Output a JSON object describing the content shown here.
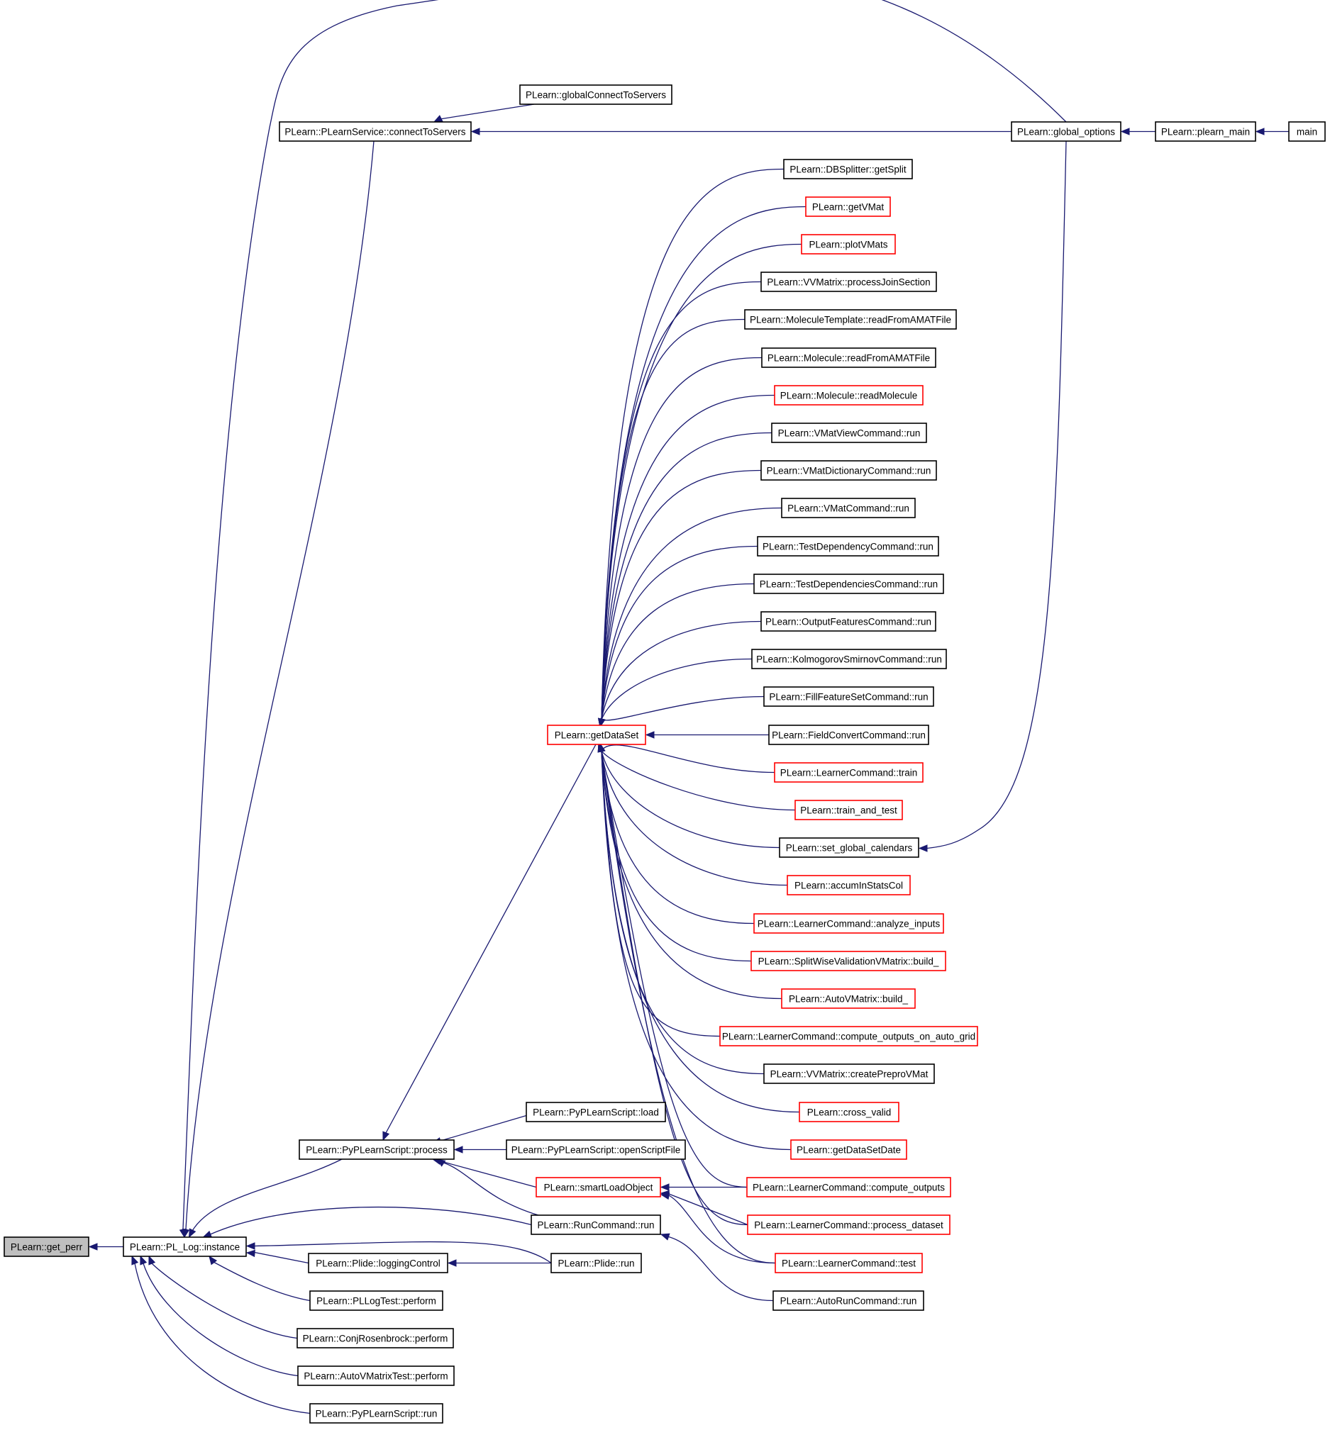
{
  "graph": {
    "colors": {
      "edge": "#191970",
      "node_border": "#000000",
      "node_border_incomplete": "#ff0000",
      "node_fill": "#ffffff",
      "focus_fill": "#bfbfbf"
    },
    "nodes": [
      {
        "id": "get_perr",
        "label": "PLearn::get_perr",
        "focus": true
      },
      {
        "id": "instance",
        "label": "PLearn::PL_Log::instance"
      },
      {
        "id": "connectToServers",
        "label": "PLearn::PLearnService::connectToServers"
      },
      {
        "id": "globalConnectToServers",
        "label": "PLearn::globalConnectToServers"
      },
      {
        "id": "global_options",
        "label": "PLearn::global_options"
      },
      {
        "id": "plearn_main",
        "label": "PLearn::plearn_main"
      },
      {
        "id": "main",
        "label": "main"
      },
      {
        "id": "DBSplitter_getSplit",
        "label": "PLearn::DBSplitter::getSplit"
      },
      {
        "id": "getVMat",
        "label": "PLearn::getVMat",
        "incomplete": true
      },
      {
        "id": "plotVMats",
        "label": "PLearn::plotVMats",
        "incomplete": true
      },
      {
        "id": "processJoinSection",
        "label": "PLearn::VVMatrix::processJoinSection"
      },
      {
        "id": "MoleculeTemplate_readFromAMATFile",
        "label": "PLearn::MoleculeTemplate::readFromAMATFile"
      },
      {
        "id": "Molecule_readFromAMATFile",
        "label": "PLearn::Molecule::readFromAMATFile"
      },
      {
        "id": "readMolecule",
        "label": "PLearn::Molecule::readMolecule",
        "incomplete": true
      },
      {
        "id": "VMatViewCommand_run",
        "label": "PLearn::VMatViewCommand::run"
      },
      {
        "id": "VMatDictionaryCommand_run",
        "label": "PLearn::VMatDictionaryCommand::run"
      },
      {
        "id": "VMatCommand_run",
        "label": "PLearn::VMatCommand::run"
      },
      {
        "id": "TestDependencyCommand_run",
        "label": "PLearn::TestDependencyCommand::run"
      },
      {
        "id": "TestDependenciesCommand_run",
        "label": "PLearn::TestDependenciesCommand::run"
      },
      {
        "id": "OutputFeaturesCommand_run",
        "label": "PLearn::OutputFeaturesCommand::run"
      },
      {
        "id": "KolmogorovSmirnovCommand_run",
        "label": "PLearn::KolmogorovSmirnovCommand::run"
      },
      {
        "id": "FillFeatureSetCommand_run",
        "label": "PLearn::FillFeatureSetCommand::run"
      },
      {
        "id": "FieldConvertCommand_run",
        "label": "PLearn::FieldConvertCommand::run"
      },
      {
        "id": "getDataSet",
        "label": "PLearn::getDataSet",
        "incomplete": true
      },
      {
        "id": "LearnerCommand_train",
        "label": "PLearn::LearnerCommand::train",
        "incomplete": true
      },
      {
        "id": "train_and_test",
        "label": "PLearn::train_and_test",
        "incomplete": true
      },
      {
        "id": "set_global_calendars",
        "label": "PLearn::set_global_calendars"
      },
      {
        "id": "accumInStatsCol",
        "label": "PLearn::accumInStatsCol",
        "incomplete": true
      },
      {
        "id": "analyze_inputs",
        "label": "PLearn::LearnerCommand::analyze_inputs",
        "incomplete": true
      },
      {
        "id": "SplitWise_build_",
        "label": "PLearn::SplitWiseValidationVMatrix::build_",
        "incomplete": true
      },
      {
        "id": "AutoVMatrix_build_",
        "label": "PLearn::AutoVMatrix::build_",
        "incomplete": true
      },
      {
        "id": "compute_outputs_on_auto_grid",
        "label": "PLearn::LearnerCommand::compute_outputs_on_auto_grid",
        "incomplete": true
      },
      {
        "id": "createPreproVMat",
        "label": "PLearn::VVMatrix::createPreproVMat"
      },
      {
        "id": "cross_valid",
        "label": "PLearn::cross_valid",
        "incomplete": true
      },
      {
        "id": "getDataSetDate",
        "label": "PLearn::getDataSetDate",
        "incomplete": true
      },
      {
        "id": "PyPLearnScript_load",
        "label": "PLearn::PyPLearnScript::load"
      },
      {
        "id": "PyPLearnScript_process",
        "label": "PLearn::PyPLearnScript::process"
      },
      {
        "id": "openScriptFile",
        "label": "PLearn::PyPLearnScript::openScriptFile"
      },
      {
        "id": "smartLoadObject",
        "label": "PLearn::smartLoadObject",
        "incomplete": true
      },
      {
        "id": "compute_outputs",
        "label": "PLearn::LearnerCommand::compute_outputs",
        "incomplete": true
      },
      {
        "id": "RunCommand_run",
        "label": "PLearn::RunCommand::run"
      },
      {
        "id": "process_dataset",
        "label": "PLearn::LearnerCommand::process_dataset",
        "incomplete": true
      },
      {
        "id": "loggingControl",
        "label": "PLearn::Plide::loggingControl"
      },
      {
        "id": "Plide_run",
        "label": "PLearn::Plide::run"
      },
      {
        "id": "LearnerCommand_test",
        "label": "PLearn::LearnerCommand::test",
        "incomplete": true
      },
      {
        "id": "PLLogTest_perform",
        "label": "PLearn::PLLogTest::perform"
      },
      {
        "id": "AutoRunCommand_run",
        "label": "PLearn::AutoRunCommand::run"
      },
      {
        "id": "ConjRosenbrock_perform",
        "label": "PLearn::ConjRosenbrock::perform"
      },
      {
        "id": "AutoVMatrixTest_perform",
        "label": "PLearn::AutoVMatrixTest::perform"
      },
      {
        "id": "PyPLearnScript_run",
        "label": "PLearn::PyPLearnScript::run"
      }
    ],
    "edges": [
      {
        "from": "instance",
        "to": "get_perr"
      },
      {
        "from": "connectToServers",
        "to": "instance"
      },
      {
        "from": "global_options",
        "to": "instance"
      },
      {
        "from": "PyPLearnScript_process",
        "to": "instance"
      },
      {
        "from": "RunCommand_run",
        "to": "instance"
      },
      {
        "from": "Plide_run",
        "to": "instance"
      },
      {
        "from": "loggingControl",
        "to": "instance"
      },
      {
        "from": "PLLogTest_perform",
        "to": "instance"
      },
      {
        "from": "ConjRosenbrock_perform",
        "to": "instance"
      },
      {
        "from": "AutoVMatrixTest_perform",
        "to": "instance"
      },
      {
        "from": "PyPLearnScript_run",
        "to": "instance"
      },
      {
        "from": "globalConnectToServers",
        "to": "connectToServers"
      },
      {
        "from": "global_options",
        "to": "connectToServers"
      },
      {
        "from": "plearn_main",
        "to": "global_options"
      },
      {
        "from": "main",
        "to": "plearn_main"
      },
      {
        "from": "getDataSet",
        "to": "PyPLearnScript_process"
      },
      {
        "from": "PyPLearnScript_load",
        "to": "PyPLearnScript_process"
      },
      {
        "from": "openScriptFile",
        "to": "PyPLearnScript_process"
      },
      {
        "from": "smartLoadObject",
        "to": "PyPLearnScript_process"
      },
      {
        "from": "RunCommand_run",
        "to": "PyPLearnScript_process"
      },
      {
        "from": "DBSplitter_getSplit",
        "to": "getDataSet"
      },
      {
        "from": "getVMat",
        "to": "getDataSet"
      },
      {
        "from": "plotVMats",
        "to": "getDataSet"
      },
      {
        "from": "processJoinSection",
        "to": "getDataSet"
      },
      {
        "from": "MoleculeTemplate_readFromAMATFile",
        "to": "getDataSet"
      },
      {
        "from": "Molecule_readFromAMATFile",
        "to": "getDataSet"
      },
      {
        "from": "readMolecule",
        "to": "getDataSet"
      },
      {
        "from": "VMatViewCommand_run",
        "to": "getDataSet"
      },
      {
        "from": "VMatDictionaryCommand_run",
        "to": "getDataSet"
      },
      {
        "from": "VMatCommand_run",
        "to": "getDataSet"
      },
      {
        "from": "TestDependencyCommand_run",
        "to": "getDataSet"
      },
      {
        "from": "TestDependenciesCommand_run",
        "to": "getDataSet"
      },
      {
        "from": "OutputFeaturesCommand_run",
        "to": "getDataSet"
      },
      {
        "from": "KolmogorovSmirnovCommand_run",
        "to": "getDataSet"
      },
      {
        "from": "FillFeatureSetCommand_run",
        "to": "getDataSet"
      },
      {
        "from": "FieldConvertCommand_run",
        "to": "getDataSet"
      },
      {
        "from": "LearnerCommand_train",
        "to": "getDataSet"
      },
      {
        "from": "train_and_test",
        "to": "getDataSet"
      },
      {
        "from": "set_global_calendars",
        "to": "getDataSet"
      },
      {
        "from": "accumInStatsCol",
        "to": "getDataSet"
      },
      {
        "from": "analyze_inputs",
        "to": "getDataSet"
      },
      {
        "from": "SplitWise_build_",
        "to": "getDataSet"
      },
      {
        "from": "AutoVMatrix_build_",
        "to": "getDataSet"
      },
      {
        "from": "compute_outputs_on_auto_grid",
        "to": "getDataSet"
      },
      {
        "from": "createPreproVMat",
        "to": "getDataSet"
      },
      {
        "from": "cross_valid",
        "to": "getDataSet"
      },
      {
        "from": "getDataSetDate",
        "to": "getDataSet"
      },
      {
        "from": "compute_outputs",
        "to": "getDataSet"
      },
      {
        "from": "process_dataset",
        "to": "getDataSet"
      },
      {
        "from": "LearnerCommand_test",
        "to": "getDataSet"
      },
      {
        "from": "global_options",
        "to": "set_global_calendars"
      },
      {
        "from": "compute_outputs",
        "to": "smartLoadObject"
      },
      {
        "from": "process_dataset",
        "to": "smartLoadObject"
      },
      {
        "from": "LearnerCommand_test",
        "to": "smartLoadObject"
      },
      {
        "from": "Plide_run",
        "to": "loggingControl"
      },
      {
        "from": "AutoRunCommand_run",
        "to": "RunCommand_run"
      }
    ]
  }
}
